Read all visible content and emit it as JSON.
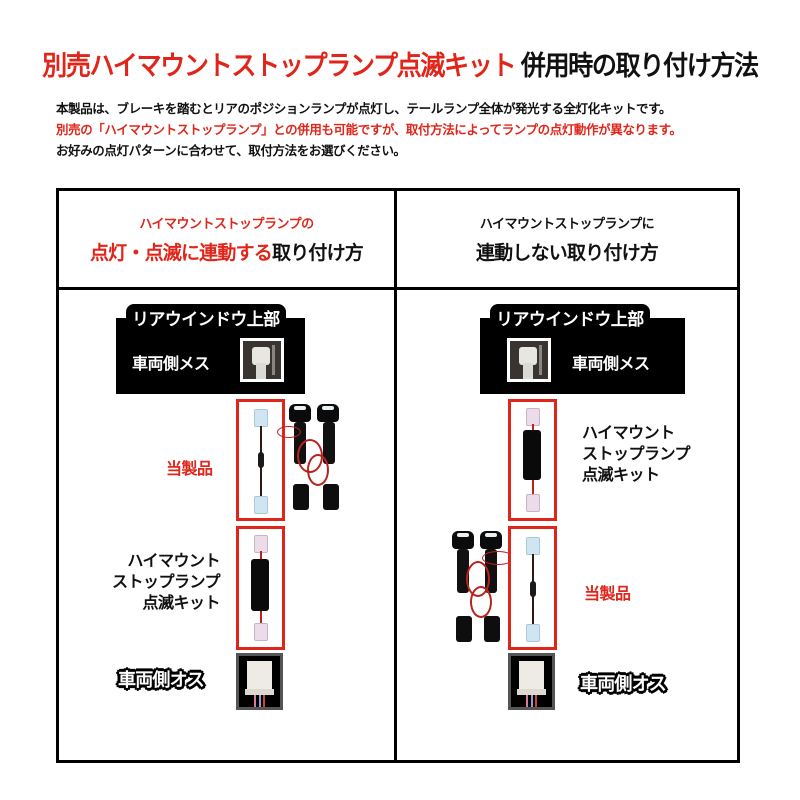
{
  "title": {
    "red_part": "別売ハイマウントストップランプ点滅キット",
    "black_part": "併用時の取り付け方法"
  },
  "intro": {
    "line1": "本製品は、ブレーキを踏むとリアのポジションランプが点灯し、テールランプ全体が発光する全灯化キットです。",
    "line2": "別売の「ハイマウントストップランプ」との併用も可能ですが、取付方法によってランプの点灯動作が異なります。",
    "line3": "お好みの点灯パターンに合わせて、取付方法をお選びください。"
  },
  "colors": {
    "accent_red": "#e0261a",
    "text": "#111111",
    "border": "#000000"
  },
  "columns": [
    {
      "header": {
        "line1": "ハイマウントストップランプの",
        "line2_red": "点灯・点滅に連動する",
        "line2_black": "取り付け方"
      },
      "rear_window_box": {
        "label": "リアウインドウ上部",
        "connector_text": "車両側メス",
        "connector_icon": "female-connector-photo"
      },
      "steps": [
        {
          "label": "当製品",
          "item": "product-harness-photo"
        },
        {
          "label_lines": [
            "ハイマウント",
            "ストップランプ",
            "点滅キット"
          ],
          "item": "flash-kit-photo"
        }
      ],
      "male_connector": {
        "label": "車両側オス",
        "icon": "male-connector-photo"
      }
    },
    {
      "header": {
        "line1": "ハイマウントストップランプに",
        "line2_black": "連動しない取り付け方"
      },
      "rear_window_box": {
        "label": "リアウインドウ上部",
        "connector_text": "車両側メス",
        "connector_icon": "female-connector-photo"
      },
      "steps": [
        {
          "label_lines": [
            "ハイマウント",
            "ストップランプ",
            "点滅キット"
          ],
          "item": "flash-kit-photo"
        },
        {
          "label": "当製品",
          "item": "product-harness-photo"
        }
      ],
      "male_connector": {
        "label": "車両側オス",
        "icon": "male-connector-photo"
      }
    }
  ]
}
